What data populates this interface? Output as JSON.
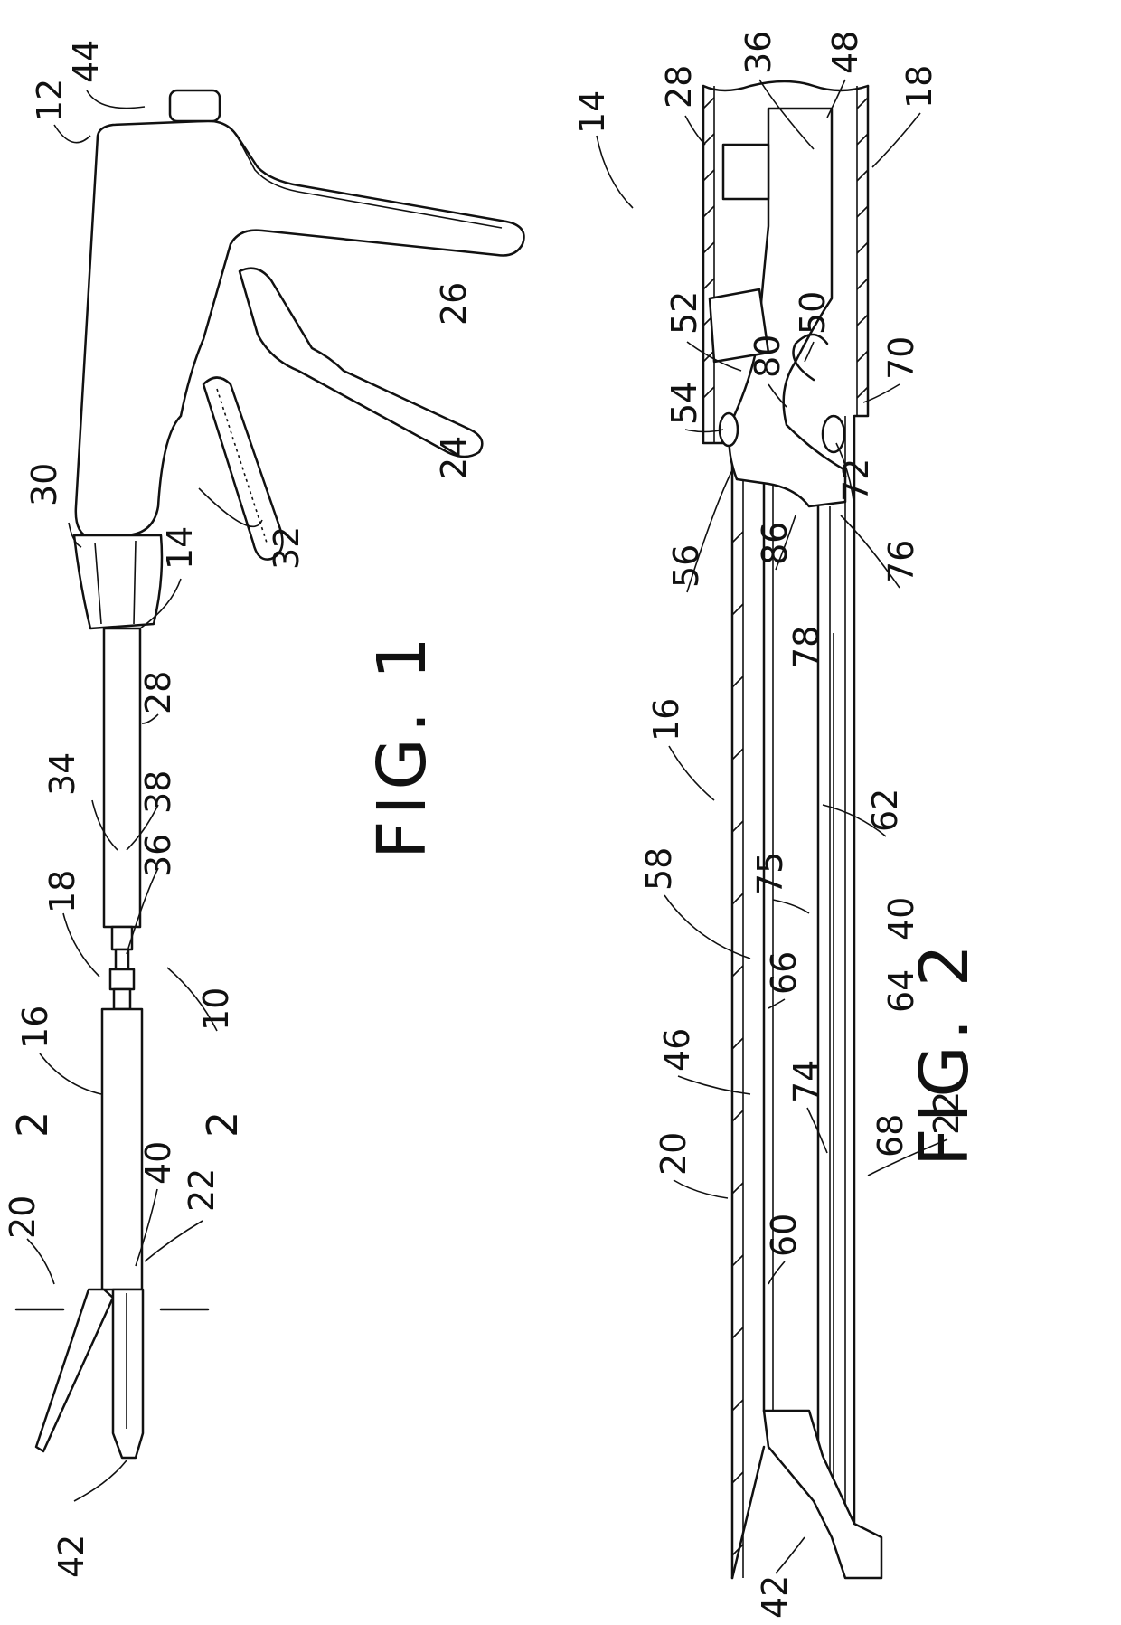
{
  "figures": {
    "fig1": {
      "caption": "FIG. 1"
    },
    "fig2": {
      "caption": "FIG. 2"
    }
  },
  "fig1_labels": [
    "44",
    "12",
    "26",
    "24",
    "32",
    "30",
    "14",
    "28",
    "38",
    "34",
    "36",
    "18",
    "16",
    "10",
    "2",
    "2",
    "40",
    "22",
    "20",
    "42"
  ],
  "fig2_labels": [
    "28",
    "36",
    "48",
    "18",
    "14",
    "52",
    "50",
    "70",
    "80",
    "54",
    "72",
    "56",
    "76",
    "86",
    "78",
    "16",
    "62",
    "58",
    "75",
    "40",
    "66",
    "64",
    "46",
    "74",
    "68",
    "22",
    "20",
    "60",
    "42"
  ]
}
